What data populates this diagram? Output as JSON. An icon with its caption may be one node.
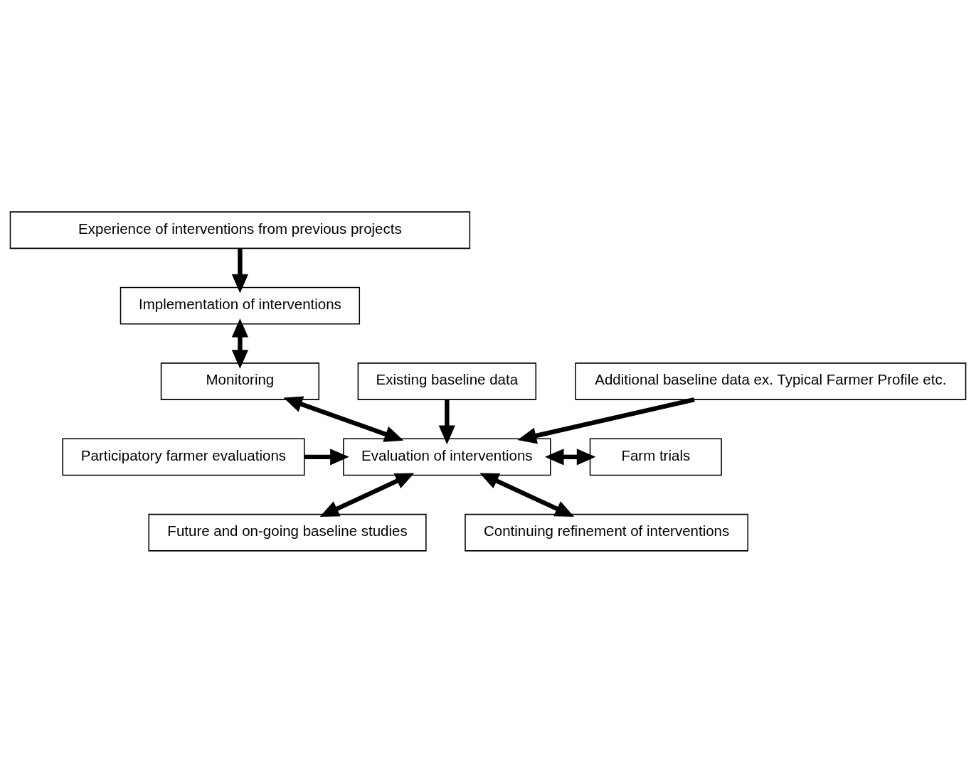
{
  "diagram": {
    "nodes": [
      {
        "text": [
          "Experience of interventions from previous projects"
        ]
      },
      {
        "text": [
          "Implementation of interventions"
        ]
      },
      {
        "text": [
          "Existing baseline data"
        ]
      },
      {
        "text": [
          "Additional baseline data ex. Typical Farmer Profile etc."
        ]
      },
      {
        "text": [
          "Monitoring"
        ]
      },
      {
        "text": [
          "Participatory farmer evaluations"
        ]
      },
      {
        "text": [
          "Evaluation of interventions"
        ]
      },
      {
        "text": [
          "Farm trials"
        ]
      },
      {
        "text": [
          "Future and on-going baseline studies"
        ]
      },
      {
        "text": [
          "Continuing refinement of interventions"
        ]
      }
    ],
    "edges": [
      {
        "from": 0,
        "to": 1,
        "arrow": "to"
      },
      {
        "from": 1,
        "to": 4,
        "arrow": "both"
      },
      {
        "from": 2,
        "to": 6,
        "arrow": "to"
      },
      {
        "from": 3,
        "to": 6,
        "arrow": "to"
      },
      {
        "from": 4,
        "to": 6,
        "arrow": "both"
      },
      {
        "from": 5,
        "to": 6,
        "arrow": "to"
      },
      {
        "from": 6,
        "to": 7,
        "arrow": "both"
      },
      {
        "from": 6,
        "to": 8,
        "arrow": "both"
      },
      {
        "from": 6,
        "to": 9,
        "arrow": "both"
      }
    ]
  }
}
